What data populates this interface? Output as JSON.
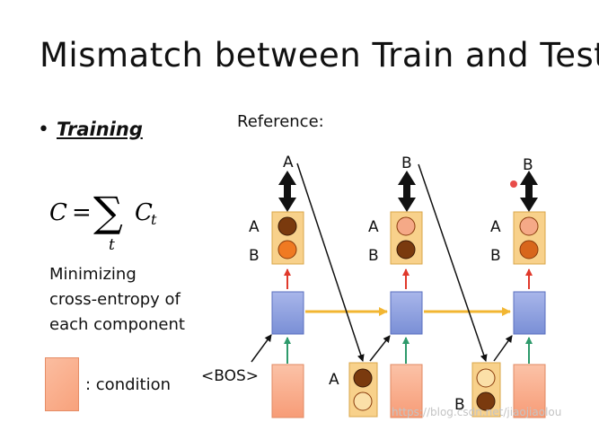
{
  "slide": {
    "title": "Mismatch between Train and Test",
    "bullet": "Training",
    "formula": {
      "lhs": "C",
      "eq": "=",
      "sum": "∑",
      "sub": "t",
      "term": "C",
      "term_sub": "t"
    },
    "note_lines": [
      "Minimizing",
      "cross-entropy of",
      "each component"
    ],
    "legend_label": ": condition",
    "reference_label": "Reference:",
    "watermark": "https://blog.csdn.net/jiaojiaolou"
  },
  "diagram": {
    "reference_tokens": [
      "A",
      "B",
      "B"
    ],
    "output_labels": [
      "A",
      "B"
    ],
    "start_token": "<BOS>",
    "sampled_labels": [
      "A",
      "B"
    ]
  },
  "colors": {
    "output_panel": "#f8d18b",
    "hidden_box": "#8e9fdb",
    "condition_box": "#f9ae8a",
    "recurrent_arrow": "#f2b632",
    "up_arrow_red": "#e0392b",
    "up_arrow_green": "#2e9a6b"
  }
}
